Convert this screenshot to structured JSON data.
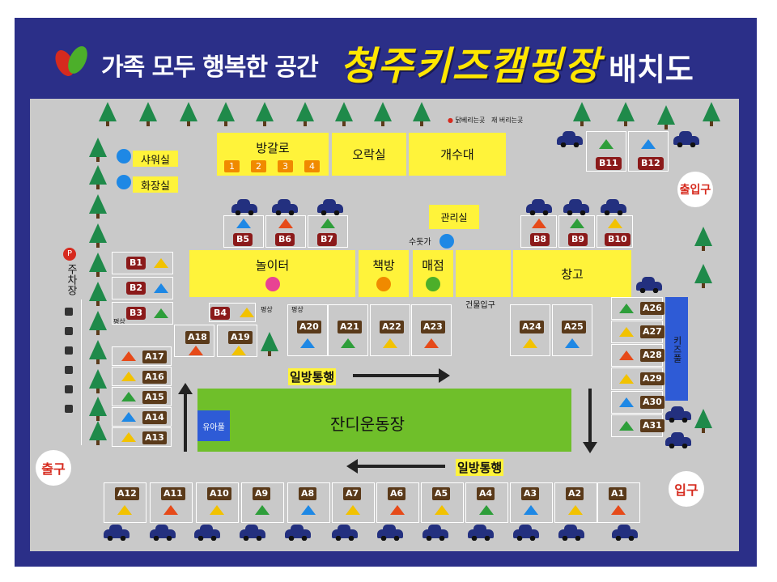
{
  "title": {
    "left": "가족 모두 행복한 공간",
    "main": "청주키즈캠핑장",
    "right": "배치도"
  },
  "facilities": {
    "shower": "샤워실",
    "toilet": "화장실",
    "bungalow": "방갈로",
    "bungalow_rooms": [
      "1",
      "2",
      "3",
      "4"
    ],
    "game_room": "오락실",
    "sink": "개수대",
    "office": "관리실",
    "faucet": "수돗가",
    "playground": "놀이터",
    "bookroom": "책방",
    "store": "매점",
    "storage": "창고",
    "building_entrance": "건물입구",
    "lawn_field": "잔디운동장",
    "toddler_pool": "유아풀",
    "kids_pool": "키즈풀",
    "parking": "주차장",
    "pyeongsang": "평상",
    "small_note_1": "닭베리는곳",
    "small_note_2": "재 버리는곳"
  },
  "signs": {
    "in_out": "출입구",
    "exit": "출구",
    "entrance": "입구",
    "one_way_top": "일방통행",
    "one_way_bottom": "일방통행"
  },
  "sites": {
    "B": [
      "B1",
      "B2",
      "B3",
      "B4",
      "B5",
      "B6",
      "B7",
      "B8",
      "B9",
      "B10",
      "B11",
      "B12"
    ],
    "A": [
      "A1",
      "A2",
      "A3",
      "A4",
      "A5",
      "A6",
      "A7",
      "A8",
      "A9",
      "A10",
      "A11",
      "A12",
      "A13",
      "A14",
      "A15",
      "A16",
      "A17",
      "A18",
      "A19",
      "A20",
      "A21",
      "A22",
      "A23",
      "A24",
      "A25",
      "A26",
      "A27",
      "A28",
      "A29",
      "A30",
      "A31"
    ]
  },
  "colors": {
    "frame": "#2b2f88",
    "ground": "#c9c9c9",
    "building": "#fff33a",
    "lawn": "#6fbf2a",
    "pool": "#2e5bd6",
    "label": "#8b1a1a"
  }
}
